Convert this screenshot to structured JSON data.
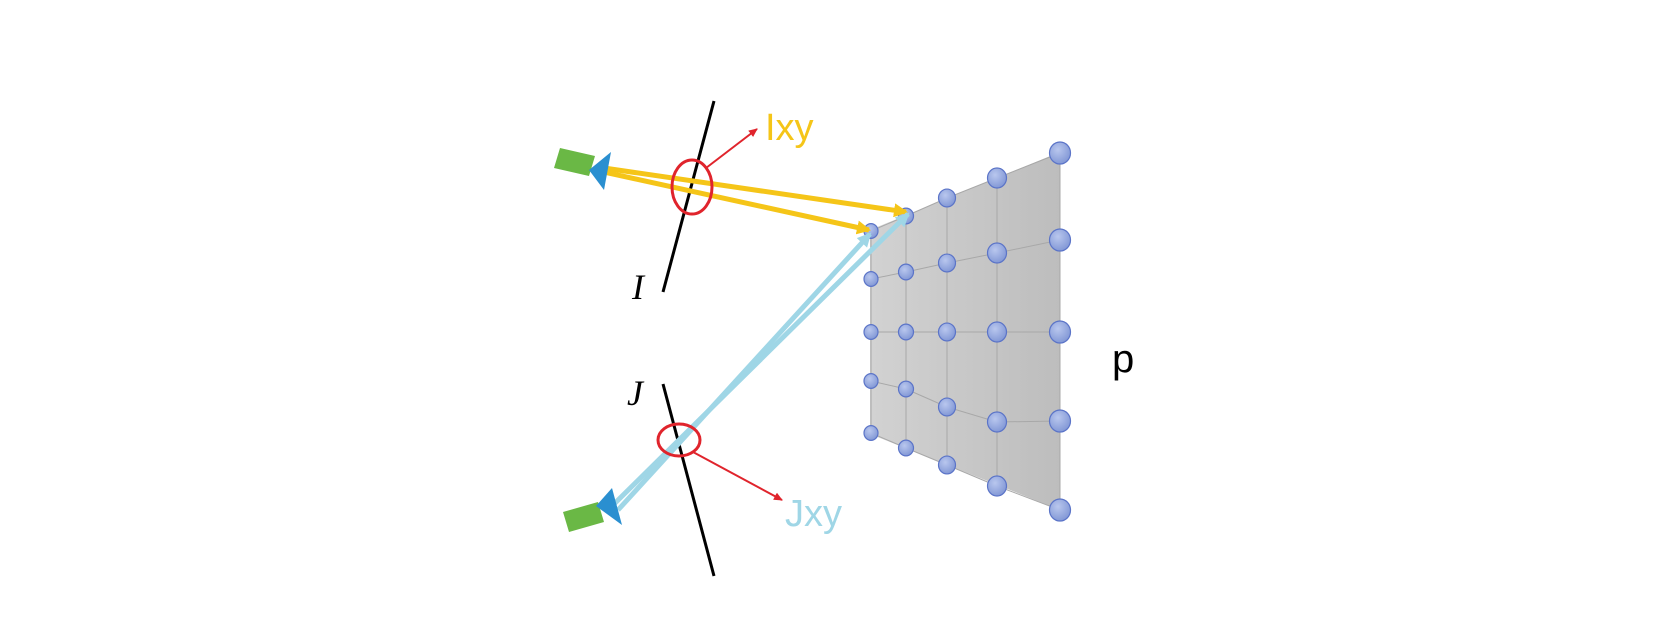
{
  "labels": {
    "image_i": "I",
    "image_j": "J",
    "projection_i": "Ixy",
    "projection_j": "Jxy",
    "plane": "p"
  },
  "colors": {
    "ray_i": "#f5c518",
    "ray_j": "#9fd6e6",
    "highlight": "#e0242c",
    "plane_fill": "#c4c4c4",
    "grid_point": "#8fa4dc",
    "camera_body": "#6ab845",
    "camera_lens": "#2a8fd0",
    "image_line": "#000000"
  },
  "grid": {
    "rows": 5,
    "cols": 5
  }
}
